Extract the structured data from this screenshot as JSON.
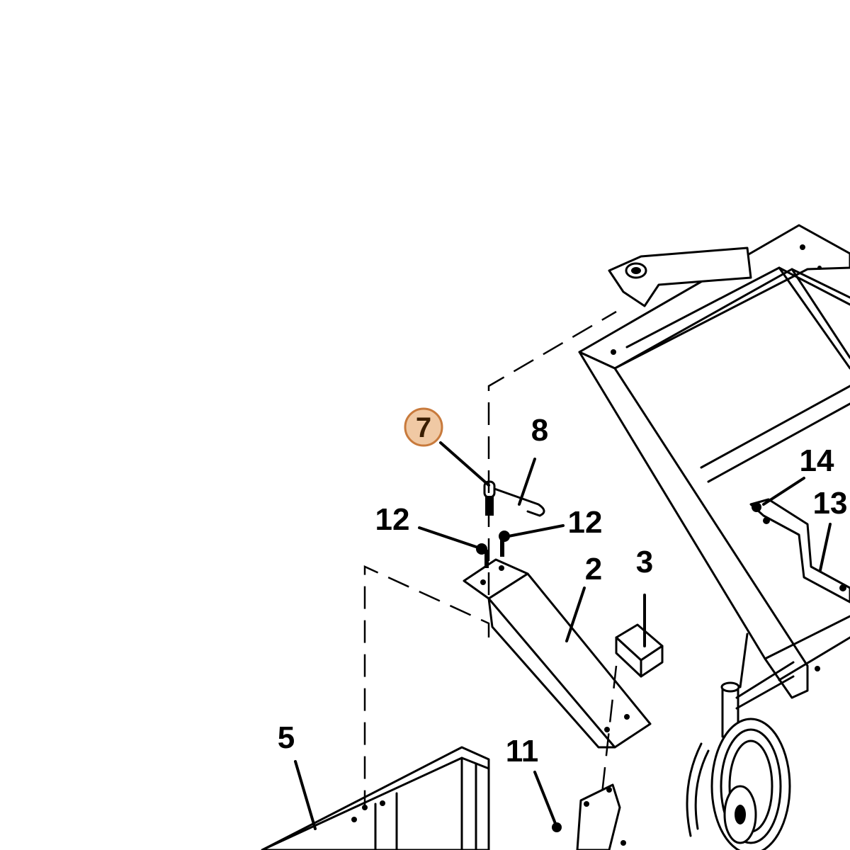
{
  "diagram": {
    "highlight_color": "#f0c9a4",
    "highlight_border": "#c87a3c",
    "callouts": {
      "c7": "7",
      "c8": "8",
      "c12a": "12",
      "c12b": "12",
      "c2": "2",
      "c3": "3",
      "c5": "5",
      "c11": "11",
      "c14": "14",
      "c13": "13"
    }
  }
}
